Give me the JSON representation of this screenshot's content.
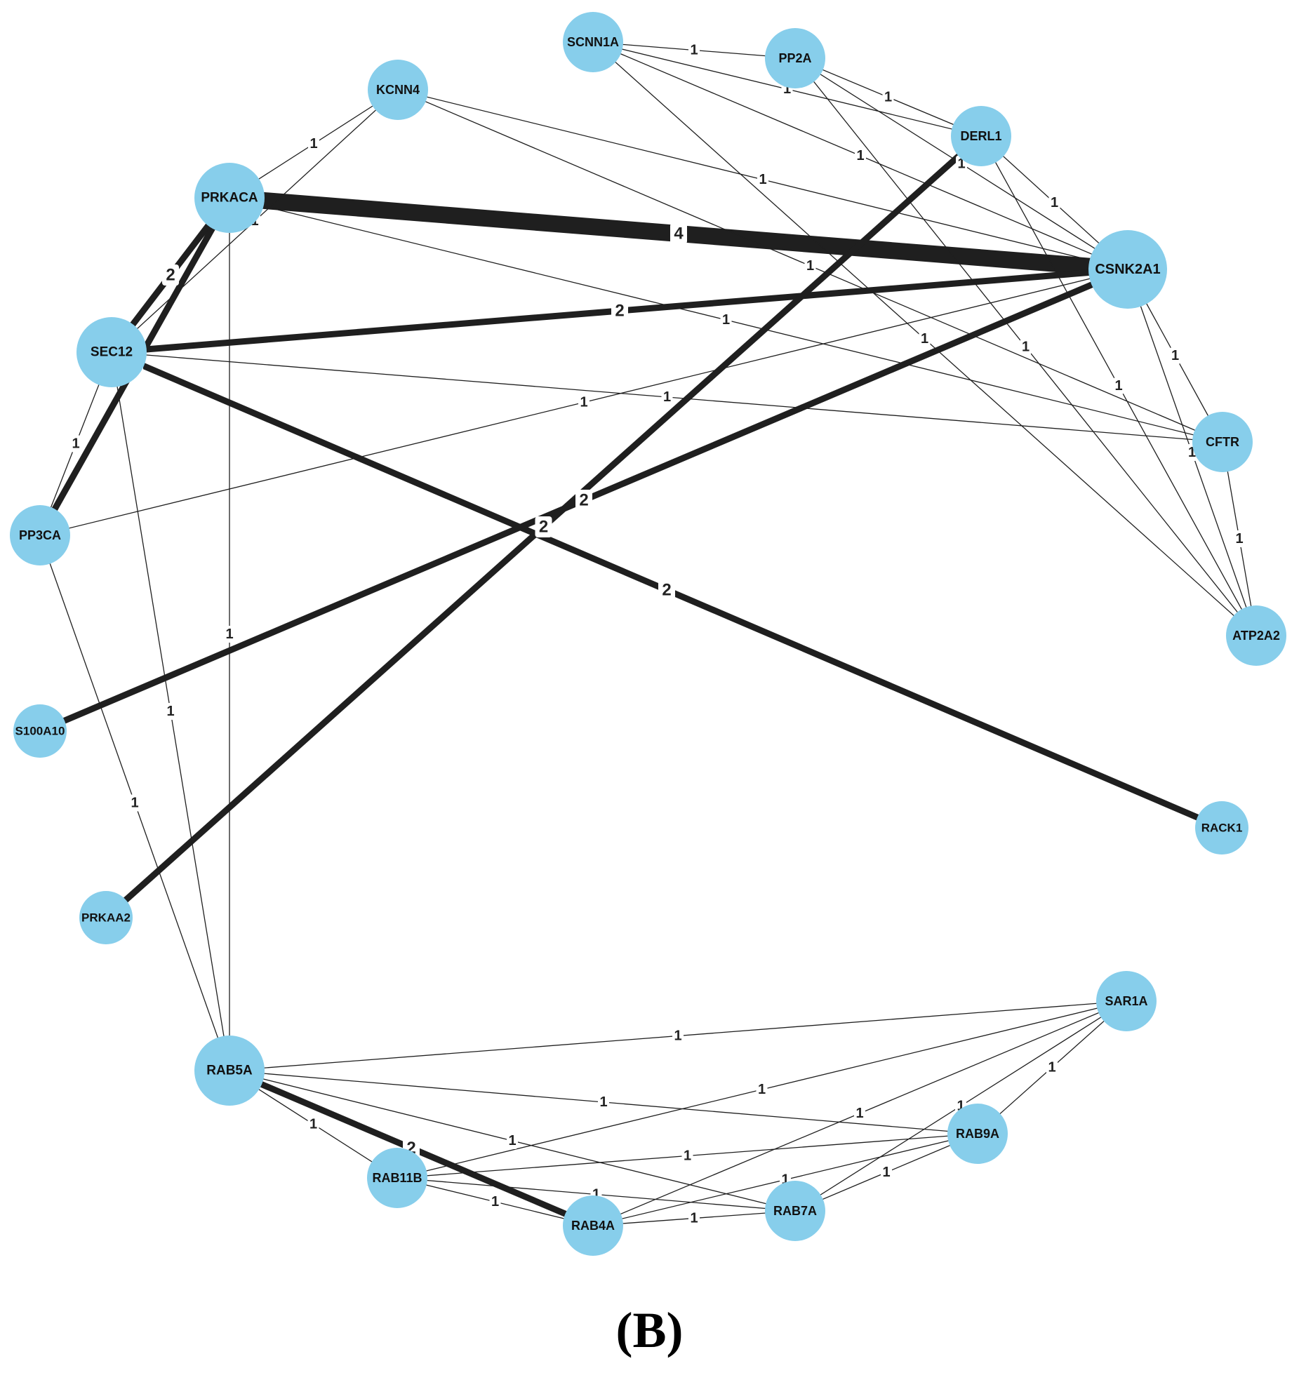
{
  "panel_label": "(B)",
  "colors": {
    "node_fill": "#87ceeb",
    "edge": "#1f1f1f",
    "label_bg": "#ffffff",
    "text": "#111111"
  },
  "nodes": [
    {
      "id": "SCNN1A",
      "label": "SCNN1A",
      "size": "small"
    },
    {
      "id": "PP2A",
      "label": "PP2A",
      "size": "small"
    },
    {
      "id": "KCNN4",
      "label": "KCNN4",
      "size": "small"
    },
    {
      "id": "DERL1",
      "label": "DERL1",
      "size": "small"
    },
    {
      "id": "PRKACA",
      "label": "PRKACA",
      "size": "medium"
    },
    {
      "id": "CSNK2A1",
      "label": "CSNK2A1",
      "size": "large"
    },
    {
      "id": "SEC12",
      "label": "SEC12",
      "size": "medium"
    },
    {
      "id": "CFTR",
      "label": "CFTR",
      "size": "small"
    },
    {
      "id": "PP3CA",
      "label": "PP3CA",
      "size": "small"
    },
    {
      "id": "ATP2A2",
      "label": "ATP2A2",
      "size": "small"
    },
    {
      "id": "S100A10",
      "label": "S100A10",
      "size": "tiny"
    },
    {
      "id": "RACK1",
      "label": "RACK1",
      "size": "tiny"
    },
    {
      "id": "PRKAA2",
      "label": "PRKAA2",
      "size": "tiny"
    },
    {
      "id": "SAR1A",
      "label": "SAR1A",
      "size": "small"
    },
    {
      "id": "RAB5A",
      "label": "RAB5A",
      "size": "medium"
    },
    {
      "id": "RAB9A",
      "label": "RAB9A",
      "size": "small"
    },
    {
      "id": "RAB11B",
      "label": "RAB11B",
      "size": "small"
    },
    {
      "id": "RAB7A",
      "label": "RAB7A",
      "size": "small"
    },
    {
      "id": "RAB4A",
      "label": "RAB4A",
      "size": "small"
    }
  ],
  "edges": [
    {
      "source": "PRKACA",
      "target": "CSNK2A1",
      "weight": 4
    },
    {
      "source": "SEC12",
      "target": "CSNK2A1",
      "weight": 2
    },
    {
      "source": "SEC12",
      "target": "RACK1",
      "weight": 2
    },
    {
      "source": "S100A10",
      "target": "CSNK2A1",
      "weight": 2
    },
    {
      "source": "PRKAA2",
      "target": "DERL1",
      "weight": 2
    },
    {
      "source": "PRKACA",
      "target": "SEC12",
      "weight": 2
    },
    {
      "source": "PRKACA",
      "target": "PP3CA",
      "weight": 2
    },
    {
      "source": "RAB5A",
      "target": "RAB4A",
      "weight": 2
    },
    {
      "source": "SCNN1A",
      "target": "PP2A",
      "weight": 1
    },
    {
      "source": "SCNN1A",
      "target": "DERL1",
      "weight": 1
    },
    {
      "source": "SCNN1A",
      "target": "CSNK2A1",
      "weight": 1
    },
    {
      "source": "SCNN1A",
      "target": "ATP2A2",
      "weight": 1
    },
    {
      "source": "PP2A",
      "target": "DERL1",
      "weight": 1
    },
    {
      "source": "PP2A",
      "target": "CSNK2A1",
      "weight": 1
    },
    {
      "source": "PP2A",
      "target": "ATP2A2",
      "weight": 1
    },
    {
      "source": "KCNN4",
      "target": "PRKACA",
      "weight": 1
    },
    {
      "source": "KCNN4",
      "target": "SEC12",
      "weight": 1
    },
    {
      "source": "KCNN4",
      "target": "CSNK2A1",
      "weight": 1
    },
    {
      "source": "KCNN4",
      "target": "CFTR",
      "weight": 1
    },
    {
      "source": "DERL1",
      "target": "CSNK2A1",
      "weight": 1
    },
    {
      "source": "DERL1",
      "target": "ATP2A2",
      "weight": 1
    },
    {
      "source": "PRKACA",
      "target": "CFTR",
      "weight": 1
    },
    {
      "source": "PRKACA",
      "target": "RAB5A",
      "weight": 1
    },
    {
      "source": "SEC12",
      "target": "CFTR",
      "weight": 1
    },
    {
      "source": "SEC12",
      "target": "PP3CA",
      "weight": 1
    },
    {
      "source": "SEC12",
      "target": "RAB5A",
      "weight": 1
    },
    {
      "source": "PP3CA",
      "target": "CSNK2A1",
      "weight": 1
    },
    {
      "source": "PP3CA",
      "target": "RAB5A",
      "weight": 1
    },
    {
      "source": "CSNK2A1",
      "target": "CFTR",
      "weight": 1
    },
    {
      "source": "CSNK2A1",
      "target": "ATP2A2",
      "weight": 1
    },
    {
      "source": "CFTR",
      "target": "ATP2A2",
      "weight": 1
    },
    {
      "source": "RAB5A",
      "target": "SAR1A",
      "weight": 1
    },
    {
      "source": "RAB5A",
      "target": "RAB9A",
      "weight": 1
    },
    {
      "source": "RAB5A",
      "target": "RAB11B",
      "weight": 1
    },
    {
      "source": "RAB5A",
      "target": "RAB7A",
      "weight": 1
    },
    {
      "source": "RAB11B",
      "target": "SAR1A",
      "weight": 1
    },
    {
      "source": "RAB11B",
      "target": "RAB9A",
      "weight": 1
    },
    {
      "source": "RAB11B",
      "target": "RAB7A",
      "weight": 1
    },
    {
      "source": "RAB11B",
      "target": "RAB4A",
      "weight": 1
    },
    {
      "source": "RAB4A",
      "target": "SAR1A",
      "weight": 1
    },
    {
      "source": "RAB4A",
      "target": "RAB9A",
      "weight": 1
    },
    {
      "source": "RAB4A",
      "target": "RAB7A",
      "weight": 1
    },
    {
      "source": "RAB7A",
      "target": "RAB9A",
      "weight": 1
    },
    {
      "source": "RAB7A",
      "target": "SAR1A",
      "weight": 1
    },
    {
      "source": "RAB9A",
      "target": "SAR1A",
      "weight": 1
    }
  ]
}
